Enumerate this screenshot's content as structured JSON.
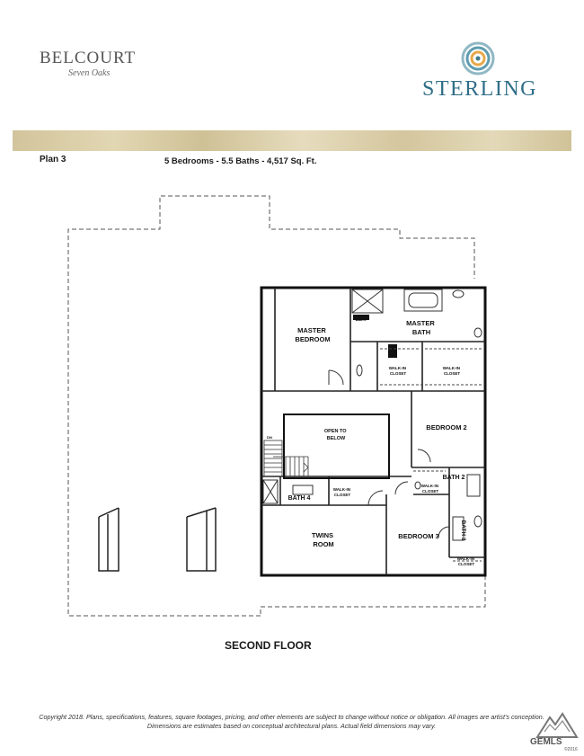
{
  "header": {
    "left_logo_name": "BELCOURT",
    "left_logo_subname": "Seven Oaks",
    "right_logo_name": "STERLING",
    "brand_color": "#2f6e88"
  },
  "plan": {
    "label": "Plan 3",
    "specs": "5 Bedrooms  - 5.5 Baths  - 4,517 Sq. Ft."
  },
  "rooms": {
    "master_bedroom": [
      "MASTER",
      "BEDROOM"
    ],
    "master_bath": [
      "MASTER",
      "BATH"
    ],
    "seat": "SEAT",
    "walk_in_closet": [
      "WALK-IN",
      "CLOSET"
    ],
    "open_to_below": [
      "OPEN TO",
      "BELOW"
    ],
    "dn": "DN",
    "bedroom_2": "BEDROOM 2",
    "bath_2": "BATH 2",
    "bath_4": "BATH 4",
    "twins_room": [
      "TWINS",
      "ROOM"
    ],
    "bedroom_3": "BEDROOM 3",
    "bath_3": "BATH 3"
  },
  "floor_title": "SECOND FLOOR",
  "copyright": "Copyright 2018. Plans, specifications, features, square footages, pricing, and other elements are subject to change without notice or obligation. All images are artist's conception. Dimensions are estimates based on conceptual architectural plans. Actual field dimensions may vary.",
  "watermark": {
    "label": "GEMLS",
    "year": "©2016"
  }
}
